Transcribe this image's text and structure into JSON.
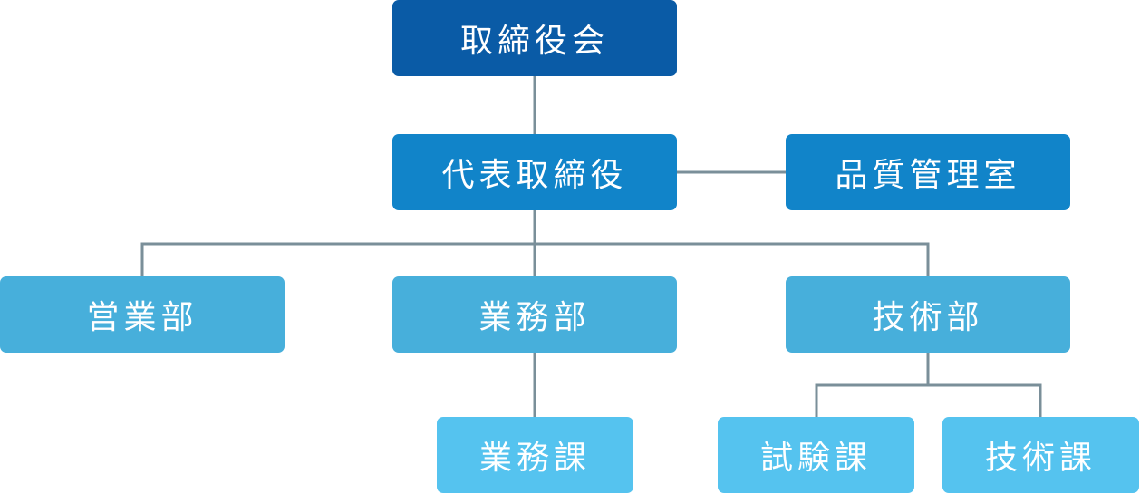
{
  "colors": {
    "level1": "#0a5ba6",
    "level2": "#1184c9",
    "level3": "#47afdb",
    "level4": "#55c3ef",
    "connector": "#7a8f99"
  },
  "org": {
    "board": "取締役会",
    "president": "代表取締役",
    "quality_control": "品質管理室",
    "departments": {
      "sales": "営業部",
      "operations": "業務部",
      "technical": "技術部"
    },
    "sections": {
      "operations_section": "業務課",
      "testing_section": "試験課",
      "technical_section": "技術課"
    }
  }
}
